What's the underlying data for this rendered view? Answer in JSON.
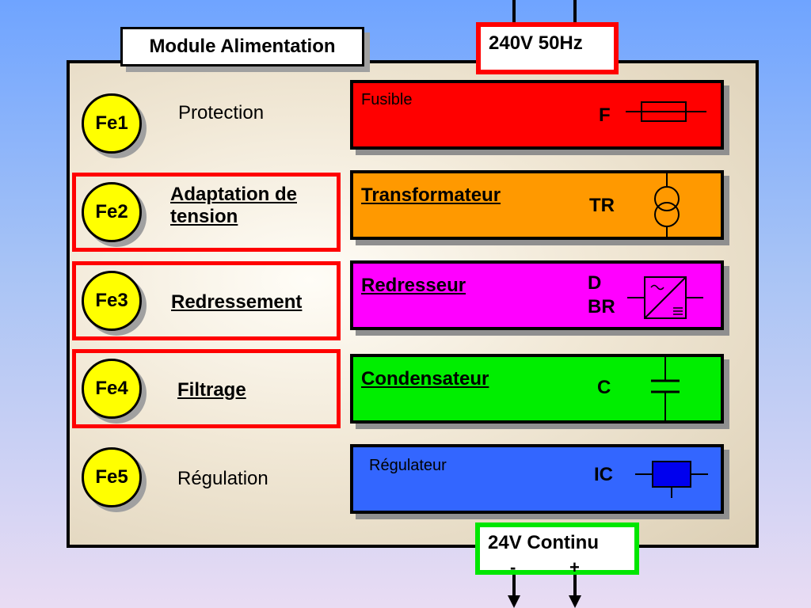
{
  "title": "Module Alimentation",
  "input": {
    "label": "240V 50Hz"
  },
  "output": {
    "label": "24V Continu",
    "minus": "-",
    "plus": "+"
  },
  "functions": [
    {
      "id": "Fe1",
      "label": "Protection"
    },
    {
      "id": "Fe2",
      "label_line1": "Adaptation de",
      "label_line2": "tension"
    },
    {
      "id": "Fe3",
      "label": "Redressement"
    },
    {
      "id": "Fe4",
      "label": "Filtrage"
    },
    {
      "id": "Fe5",
      "label": "Régulation"
    }
  ],
  "components": [
    {
      "name": "Fusible",
      "symbol": "F",
      "color": "#ff0000",
      "icon": "fuse-icon"
    },
    {
      "name": "Transformateur",
      "symbol": "TR",
      "color": "#ff9900",
      "icon": "transformer-icon"
    },
    {
      "name": "Redresseur",
      "symbol_line1": "D",
      "symbol_line2": "BR",
      "color": "#ff00ff",
      "icon": "rectifier-icon"
    },
    {
      "name": "Condensateur",
      "symbol": "C",
      "color": "#00ee00",
      "icon": "capacitor-icon"
    },
    {
      "name": "Régulateur",
      "symbol": "IC",
      "color": "#3366ff",
      "icon": "regulator-icon"
    }
  ],
  "colors": {
    "highlight_frame": "#ff0000",
    "circle_fill": "#ffff00",
    "input_frame": "#ff0000",
    "output_frame": "#00e600"
  }
}
